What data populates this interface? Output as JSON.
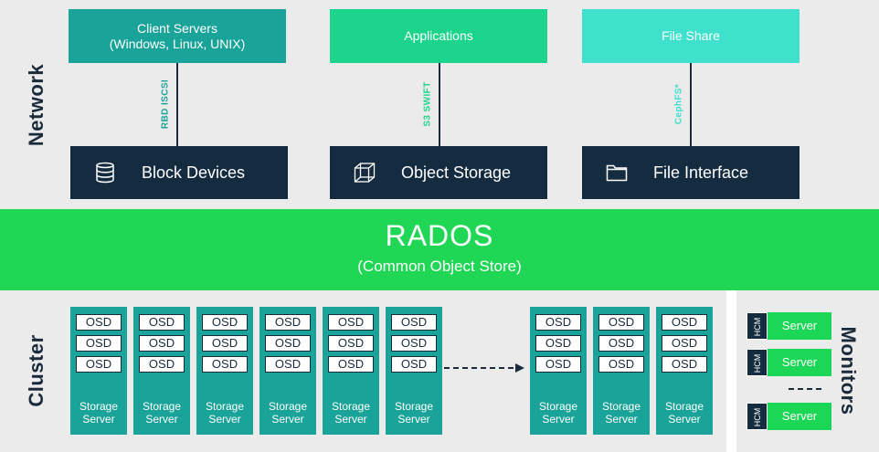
{
  "side_labels": {
    "network": "Network",
    "cluster": "Cluster",
    "monitors": "Monitors"
  },
  "clients": [
    {
      "lines": [
        "Client Servers",
        "(Windows, Linux, UNIX)"
      ],
      "color": "#1aa399"
    },
    {
      "lines": [
        "Applications"
      ],
      "color": "#1cd48c"
    },
    {
      "lines": [
        "File Share"
      ],
      "color": "#3fe0cc"
    }
  ],
  "protocols": [
    {
      "label": "RBD ISCSI",
      "color": "#1aa399"
    },
    {
      "label": "S3 SWIFT",
      "color": "#1cd48c"
    },
    {
      "label": "CephFS*",
      "color": "#3fe0cc"
    }
  ],
  "interfaces": [
    {
      "label": "Block Devices",
      "icon": "database-icon"
    },
    {
      "label": "Object Storage",
      "icon": "cube-icon"
    },
    {
      "label": "File Interface",
      "icon": "folder-icon"
    }
  ],
  "rados": {
    "title": "RADOS",
    "subtitle": "(Common Object Store)",
    "color": "#1fd655"
  },
  "storage_server": {
    "osds": [
      "OSD",
      "OSD",
      "OSD"
    ],
    "label_lines": [
      "Storage",
      "Server"
    ]
  },
  "monitors": {
    "hcm": "HCM",
    "label": "Server"
  }
}
